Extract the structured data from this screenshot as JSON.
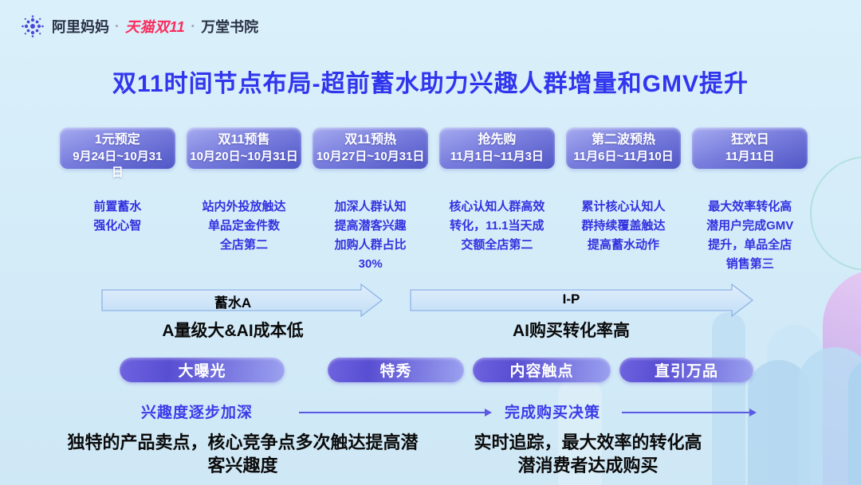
{
  "header": {
    "brand": "阿里妈妈",
    "separator": "·",
    "campaign": "天猫双11",
    "academy": "万堂书院"
  },
  "title": "双11时间节点布局-超前蓄水助力兴趣人群增量和GMV提升",
  "phases": [
    {
      "name": "1元预定",
      "dates": "9月24日~10月31\n日",
      "description": "前置蓄水\n强化心智"
    },
    {
      "name": "双11预售",
      "dates": "10月20日~10月31日",
      "description": "站内外投放触达\n单品定金件数\n全店第二"
    },
    {
      "name": "双11预热",
      "dates": "10月27日~10月31日",
      "description": "加深人群认知\n提高潜客兴趣\n加购人群占比\n30%"
    },
    {
      "name": "抢先购",
      "dates": "11月1日~11月3日",
      "description": "核心认知人群高效\n转化，11.1当天成\n交额全店第二"
    },
    {
      "name": "第二波预热",
      "dates": "11月6日~11月10日",
      "description": "累计核心认知人\n群持续覆盖触达\n提高蓄水动作"
    },
    {
      "name": "狂欢日",
      "dates": "11月11日",
      "description": "最大效率转化高\n潜用户完成GMV\n提升，单品全店\n销售第三"
    }
  ],
  "stage_arrows": [
    {
      "label": "蓄水A",
      "sublabel": "A量级大&AI成本低"
    },
    {
      "label": "I-P",
      "sublabel": "AI购买转化率高"
    }
  ],
  "product_pills": [
    {
      "label": "大曝光"
    },
    {
      "label": "特秀"
    },
    {
      "label": "内容触点"
    },
    {
      "label": "直引万品"
    }
  ],
  "flow_labels": [
    {
      "label": "兴趣度逐步加深"
    },
    {
      "label": "完成购买决策"
    }
  ],
  "footnotes": [
    {
      "text": "独特的产品卖点，核心竞争点多次触达提高潜\n客兴趣度"
    },
    {
      "text": "实时追踪，最大效率的转化高\n潜消费者达成购买"
    }
  ],
  "colors": {
    "background": "#D5ECF8",
    "title": "#3136EE",
    "phase_box_gradient_top": "#A6ABF0",
    "phase_box_gradient_bottom": "#5056C6",
    "phase_text": "#FFFFFF",
    "description_text": "#3232E0",
    "arrow_fill": "#CFE5F9",
    "arrow_border": "#8FB2E6",
    "pill_gradient_left": "#584ED2",
    "pill_gradient_right": "#9BA1EF",
    "flow_text": "#3C3CE8",
    "campaign_red": "#FB2C5C",
    "brand_dark": "#2A3246",
    "note_text": "#0B0B0B"
  }
}
